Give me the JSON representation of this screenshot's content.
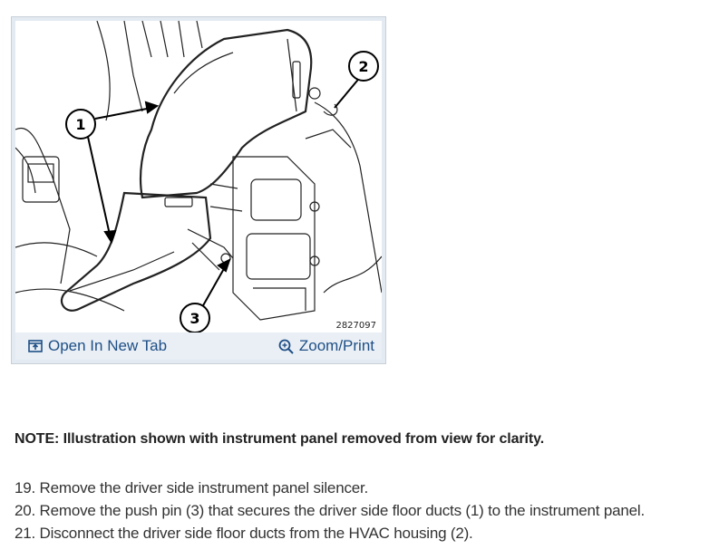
{
  "figure": {
    "id_text": "2827097",
    "callouts": [
      "1",
      "2",
      "3"
    ],
    "open_label": "Open In New Tab",
    "zoom_label": "Zoom/Print",
    "open_icon": "open-tab-icon",
    "zoom_icon": "magnifier-icon",
    "accent": "#1f4f86"
  },
  "note": "NOTE:  Illustration shown with instrument panel removed from view for clarity.",
  "steps": [
    "19. Remove the driver side instrument panel silencer.",
    "20. Remove the push pin (3) that secures the driver side floor ducts (1) to the instrument panel.",
    "21. Disconnect the driver side floor ducts from the HVAC housing (2)."
  ]
}
